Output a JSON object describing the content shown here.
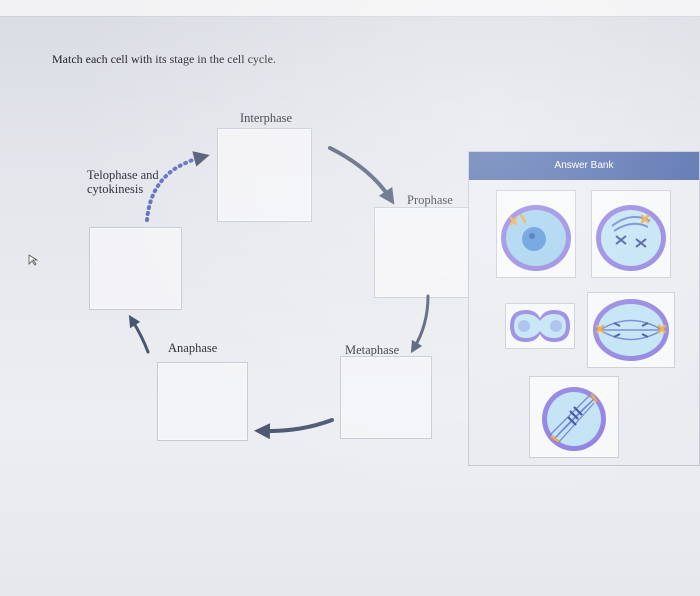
{
  "prompt": "Match each cell with its stage in the cell cycle.",
  "stages": {
    "interphase": "Interphase",
    "prophase": "Prophase",
    "metaphase": "Metaphase",
    "anaphase": "Anaphase",
    "telophase_line1": "Telophase and",
    "telophase_line2": "cytokinesis"
  },
  "answer_bank": {
    "title": "Answer Bank",
    "items": [
      "cell image",
      "cell image",
      "cell image",
      "cell image",
      "cell image"
    ]
  },
  "colors": {
    "bank_header": "#4a66a9",
    "arrow": "#4a5570",
    "cell_outline": "#6f5bd0",
    "chromosome": "#f0a437",
    "nucleus": "#4f8fd8"
  }
}
